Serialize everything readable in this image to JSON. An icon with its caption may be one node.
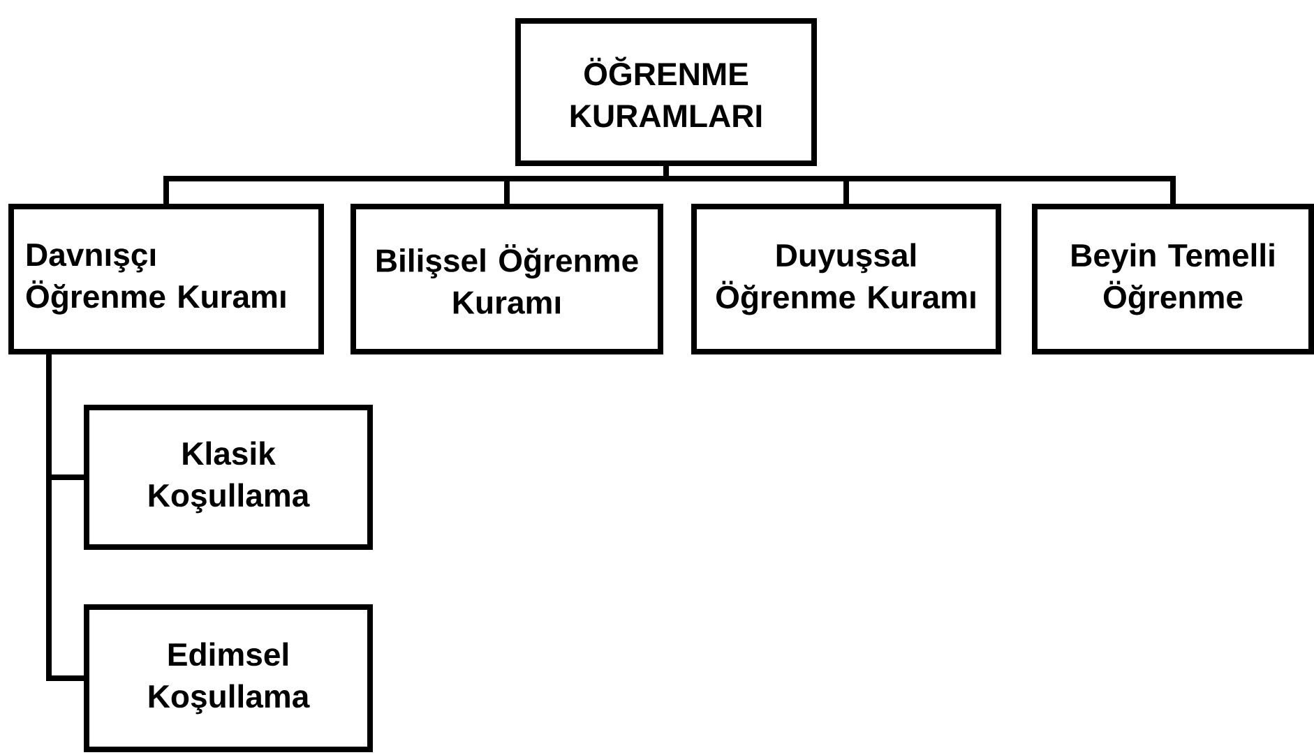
{
  "diagram": {
    "nodes": [
      {
        "text": [
          "ÖĞRENME KURAMLARI"
        ]
      },
      {
        "text": [
          "Davnışçı Öğrenme Kuramı"
        ]
      },
      {
        "text": [
          "Bilişsel Öğrenme Kuramı"
        ]
      },
      {
        "text": [
          "Duyuşsal Öğrenme Kuramı"
        ]
      },
      {
        "text": [
          "Beyin Temelli Öğrenme"
        ]
      },
      {
        "text": [
          "Klasik Koşullama"
        ]
      },
      {
        "text": [
          "Edimsel Koşullama"
        ]
      }
    ],
    "edges": [
      {
        "from": 0,
        "to": 1,
        "arrow": "none"
      },
      {
        "from": 0,
        "to": 2,
        "arrow": "none"
      },
      {
        "from": 0,
        "to": 3,
        "arrow": "none"
      },
      {
        "from": 0,
        "to": 4,
        "arrow": "none"
      },
      {
        "from": 1,
        "to": 5,
        "arrow": "none"
      },
      {
        "from": 1,
        "to": 6,
        "arrow": "none"
      }
    ]
  }
}
